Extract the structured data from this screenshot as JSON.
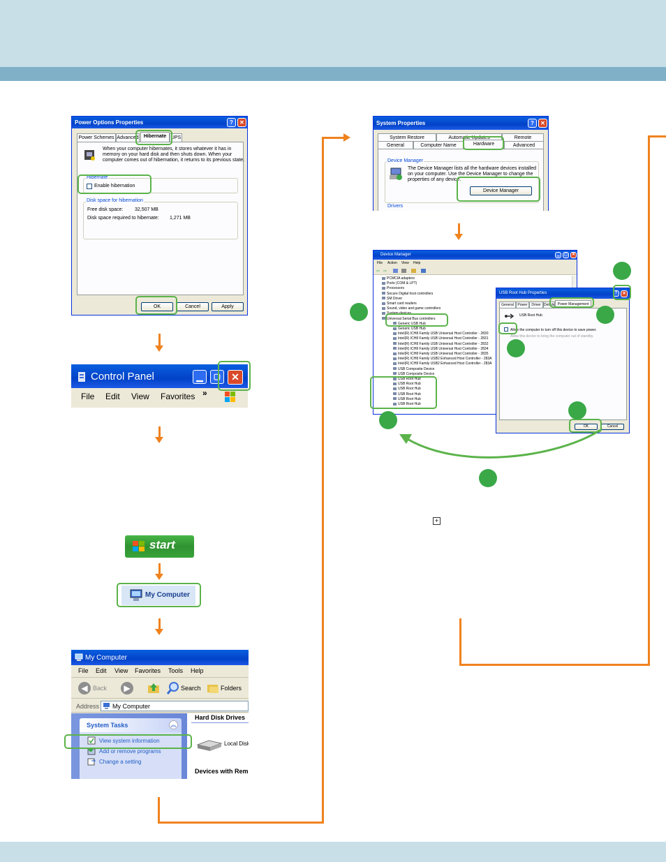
{
  "power_options": {
    "title": "Power Options Properties",
    "help_btn": "?",
    "close_btn": "✕",
    "tabs": [
      "Power Schemes",
      "Advanced",
      "Hibernate",
      "UPS"
    ],
    "description": [
      "When your computer hibernates, it stores whatever it has in",
      "memory on your hard disk and then shuts down. When your",
      "computer comes out of hibernation, it returns to its previous state."
    ],
    "hibernate_group": "Hibernate",
    "enable_hibernation": "Enable hibernation",
    "disk_group": "Disk space for hibernation",
    "free_disk_label": "Free disk space:",
    "free_disk_value": "32,507 MB",
    "required_label": "Disk space required to hibernate:",
    "required_value": "1,271 MB",
    "ok": "OK",
    "cancel": "Cancel",
    "apply": "Apply"
  },
  "control_panel": {
    "title": "Control Panel",
    "menu": [
      "File",
      "Edit",
      "View",
      "Favorites"
    ],
    "more": "»"
  },
  "start_button": "start",
  "my_computer_icon": "My Computer",
  "my_computer_window": {
    "title": "My Computer",
    "menu": [
      "File",
      "Edit",
      "View",
      "Favorites",
      "Tools",
      "Help"
    ],
    "back": "Back",
    "search": "Search",
    "folders": "Folders",
    "address_label": "Address",
    "address_value": "My Computer",
    "tasks_header": "System Tasks",
    "tasks": [
      "View system information",
      "Add or remove programs",
      "Change a setting"
    ],
    "hard_disk_header": "Hard Disk Drives",
    "local_disk": "Local Disk",
    "removable_header": "Devices with Rem"
  },
  "system_properties": {
    "title": "System Properties",
    "help_btn": "?",
    "close_btn": "✕",
    "tabs_row1": [
      "System Restore",
      "Automatic Updates",
      "Remote"
    ],
    "tabs_row2": [
      "General",
      "Computer Name",
      "Hardware",
      "Advanced"
    ],
    "group": "Device Manager",
    "description": [
      "The Device Manager lists all the hardware devices installed",
      "on your computer. Use the Device Manager to change the",
      "properties of any device."
    ],
    "button": "Device Manager",
    "drivers_group": "Drivers"
  },
  "device_manager": {
    "title": "Device Manager",
    "menu": [
      "File",
      "Action",
      "View",
      "Help"
    ],
    "tree": [
      "PCMCIA adapters",
      "Ports (COM & LPT)",
      "Processors",
      "Secure Digital host controllers",
      "SM Driver",
      "Smart card readers",
      "Sound, video and game controllers",
      "System devices",
      "Universal Serial Bus controllers",
      "Generic USB Hub",
      "Generic USB Hub",
      "Intel(R) ICH8 Family USB Universal Host Controller - 2830",
      "Intel(R) ICH8 Family USB Universal Host Controller - 2831",
      "Intel(R) ICH8 Family USB Universal Host Controller - 2832",
      "Intel(R) ICH8 Family USB Universal Host Controller - 2834",
      "Intel(R) ICH8 Family USB Universal Host Controller - 2835",
      "Intel(R) ICH8 Family USB2 Enhanced Host Controller - 283A",
      "Intel(R) ICH8 Family USB2 Enhanced Host Controller - 283A",
      "USB Composite Device",
      "USB Composite Device",
      "USB Root Hub",
      "USB Root Hub",
      "USB Root Hub",
      "USB Root Hub",
      "USB Root Hub",
      "USB Root Hub"
    ]
  },
  "usb_root_hub": {
    "title": "USB Root Hub Properties",
    "help_btn": "?",
    "close_btn": "✕",
    "tabs": [
      "General",
      "Power",
      "Driver",
      "Details",
      "Power Management"
    ],
    "device_name": "USB Root Hub",
    "allow_off": "Allow the computer to turn off this device to save power.",
    "allow_wake": "Allow this device to bring the computer out of standby.",
    "ok": "OK",
    "cancel": "Cancel"
  },
  "expand_icon": "+",
  "colors": {
    "header": "#c8dfe8",
    "band": "#7fb0c8",
    "arrow": "#f0821e",
    "highlight": "#5bb34a",
    "xp_blue": "#0242c8"
  }
}
